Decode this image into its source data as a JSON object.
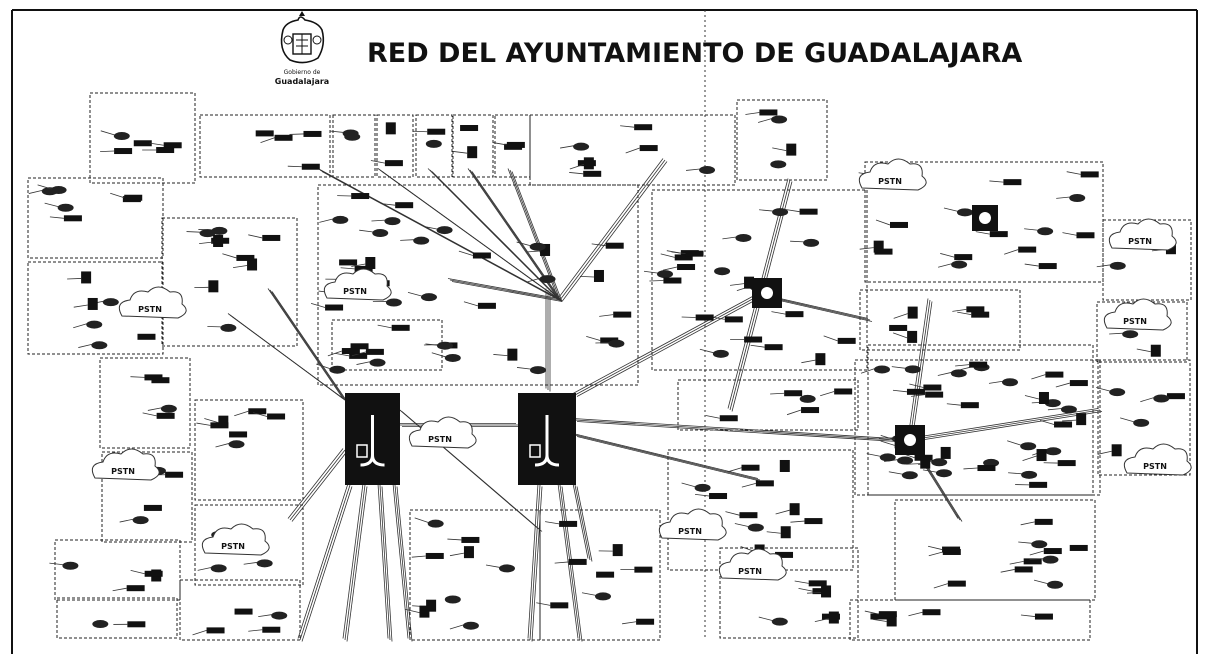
{
  "header": {
    "title": "RED DEL AYUNTAMIENTO DE GUADALAJARA",
    "seal_caption_line1": "Gobierno de",
    "seal_caption_line2": "Guadalajara"
  },
  "diagram": {
    "cloud_labels": [
      "PSTN",
      "PSTN",
      "PSTN",
      "PSTN",
      "PSTN",
      "PSTN",
      "PSTN",
      "PSTN",
      "PSTN",
      "PSTN",
      "PSTN"
    ],
    "colors": {
      "ink": "#111111",
      "paper": "#ffffff",
      "dash": "#222222"
    }
  }
}
